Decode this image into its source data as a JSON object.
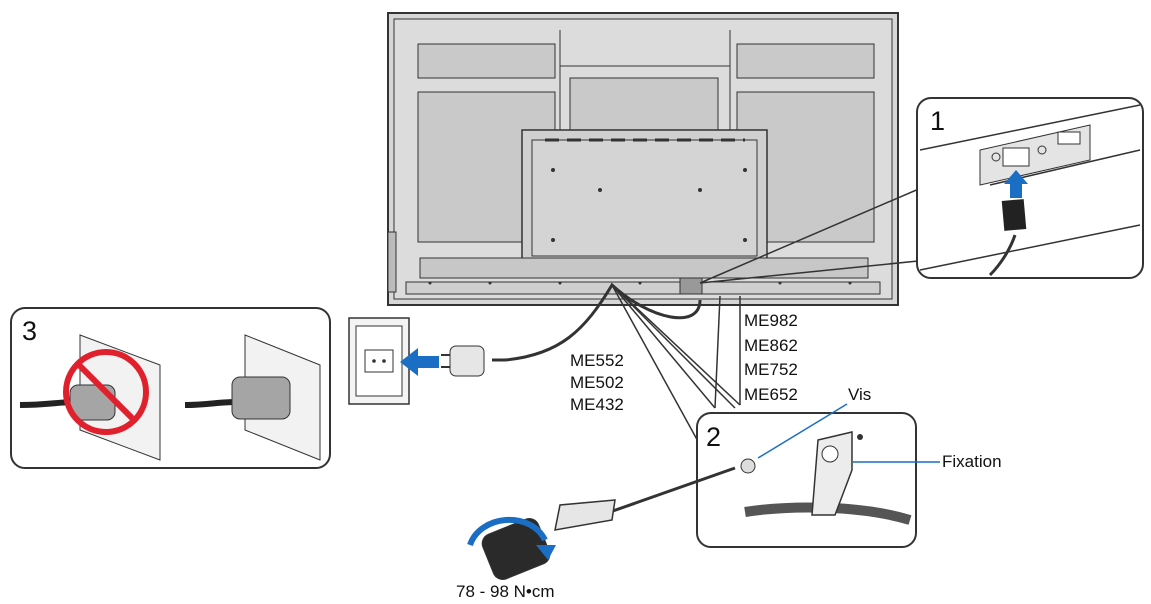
{
  "steps": {
    "one": "1",
    "two": "2",
    "three": "3"
  },
  "models": {
    "group_small": [
      "ME552",
      "ME502",
      "ME432"
    ],
    "group_large": [
      "ME982",
      "ME862",
      "ME752",
      "ME652"
    ]
  },
  "callouts": {
    "screw": "Vis",
    "clamp": "Fixation",
    "torque": "78 - 98 N•cm"
  },
  "colors": {
    "arrow": "#1a6fc4",
    "prohibited": "#e0202c",
    "line": "#333333"
  }
}
